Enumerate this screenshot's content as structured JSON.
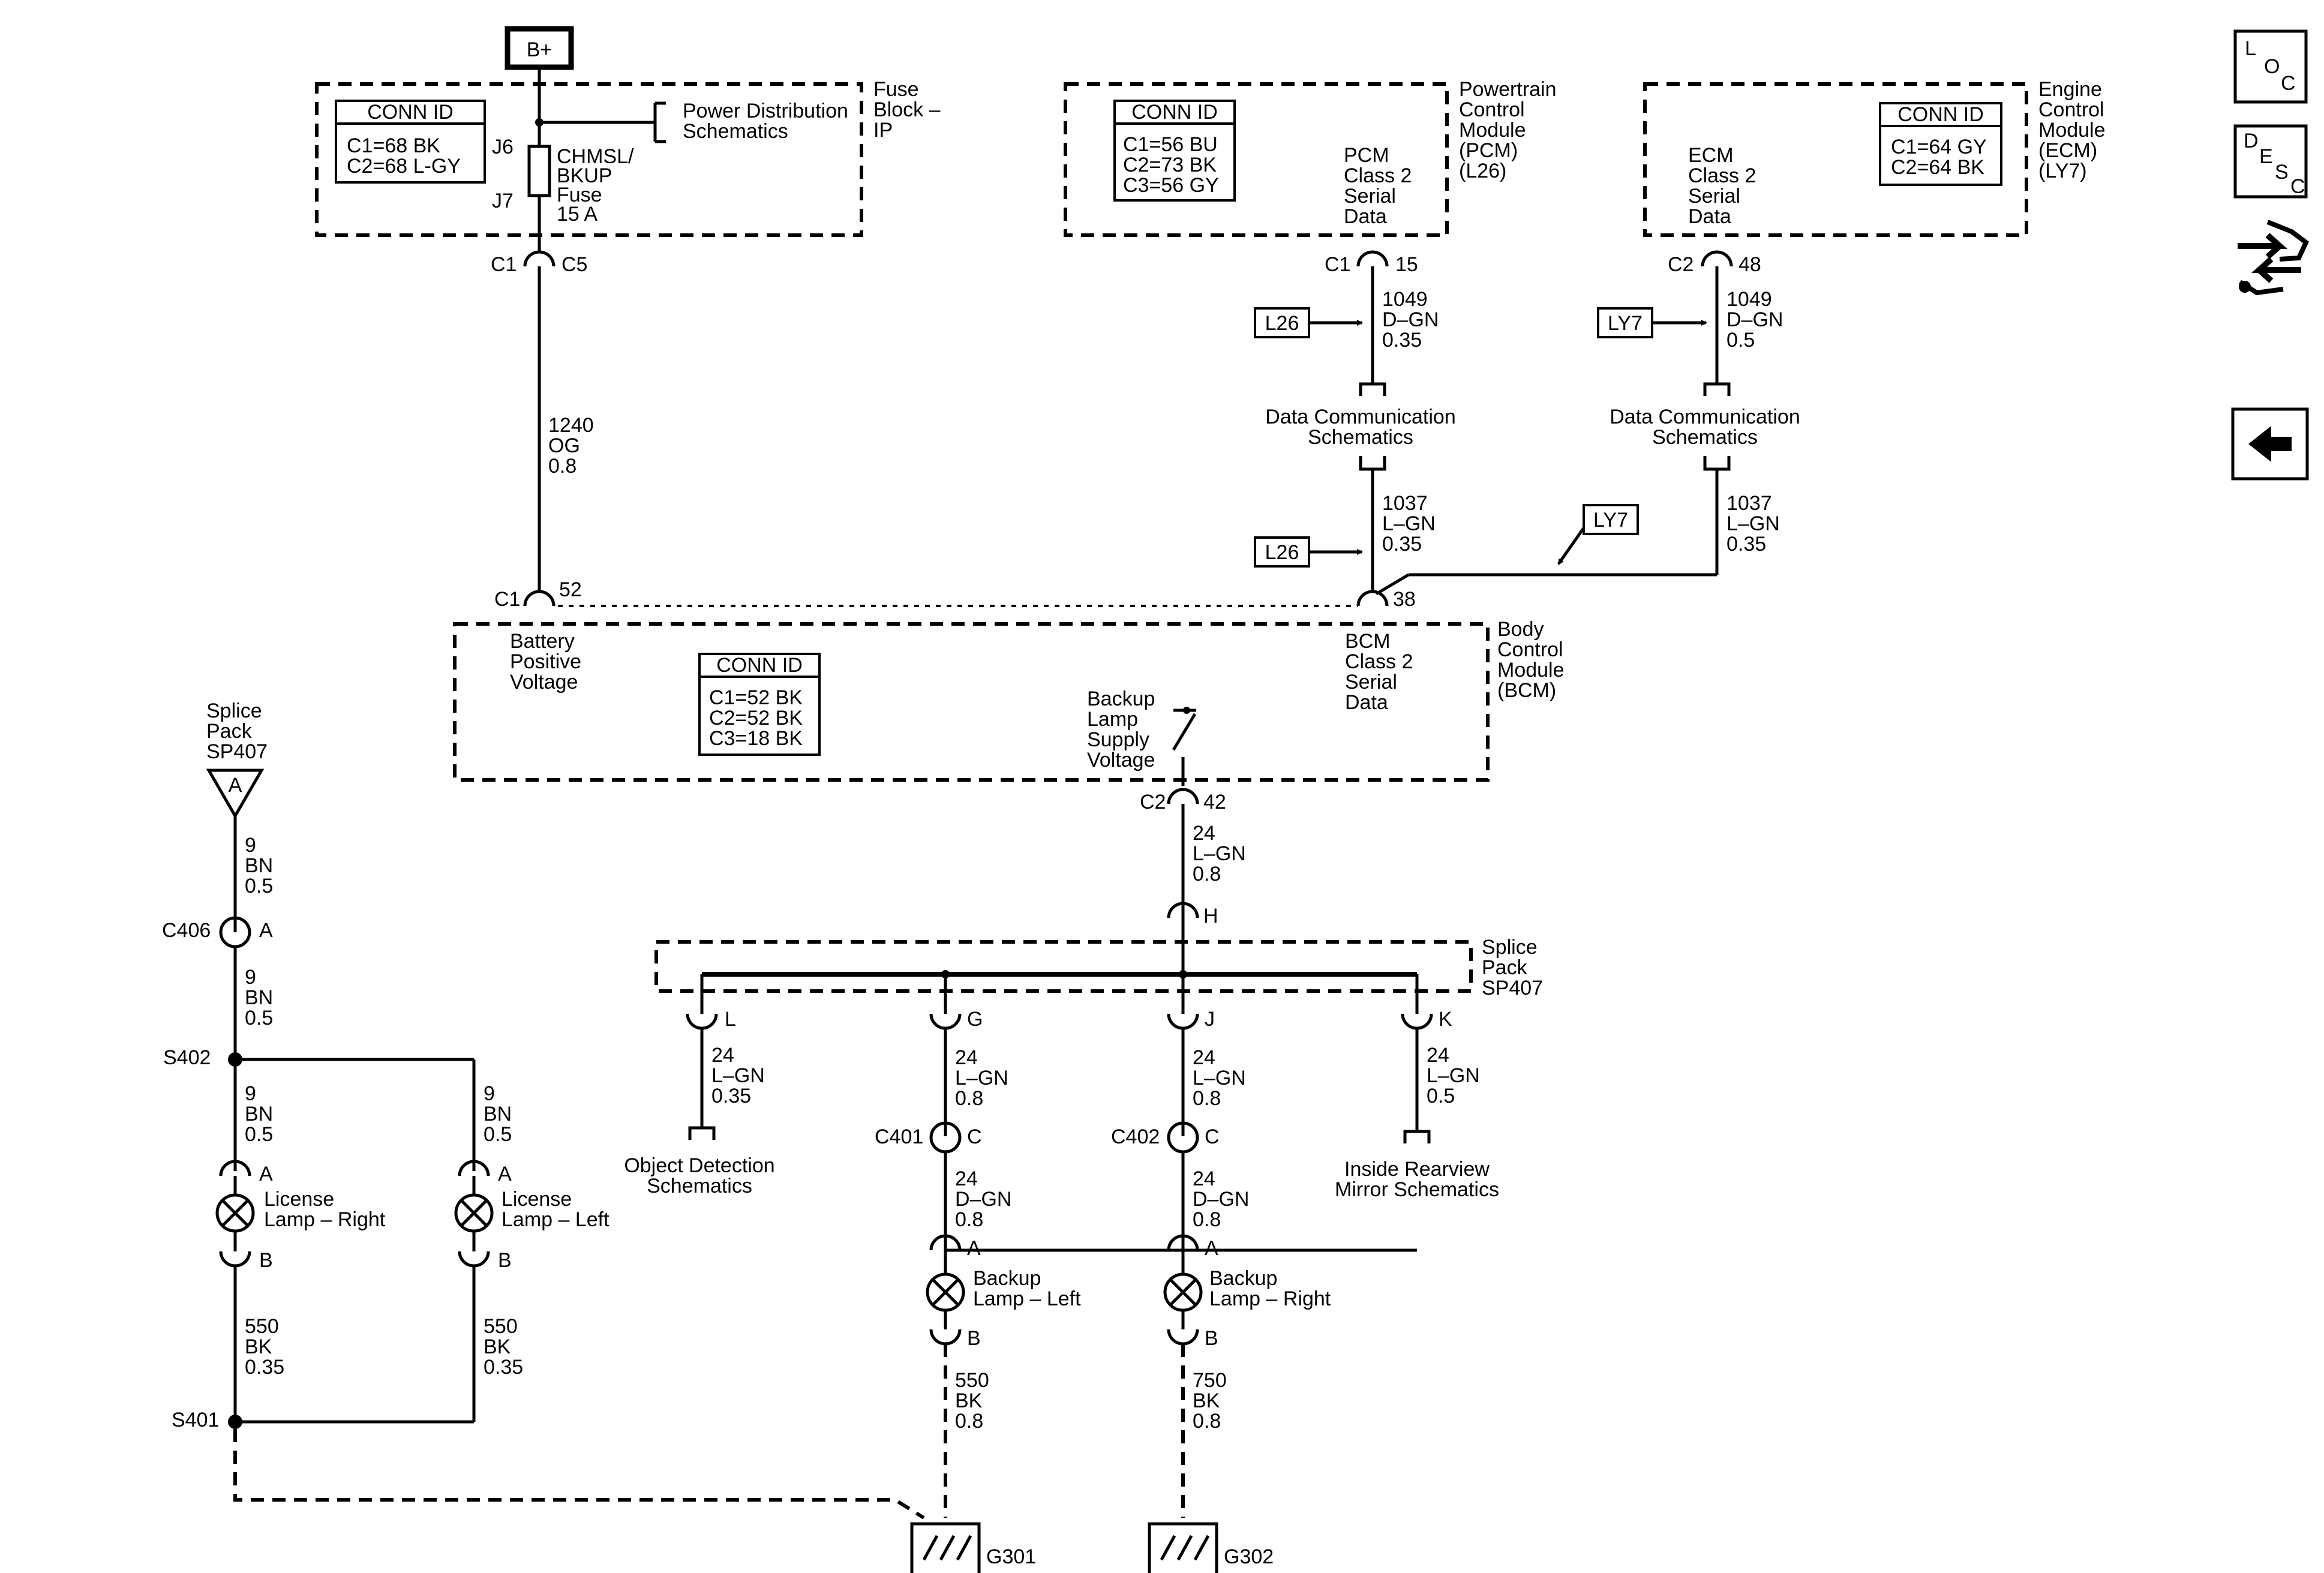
{
  "battery": "B+",
  "fuse_block": {
    "name": "Fuse Block – IP",
    "conn_title": "CONN ID",
    "conn": [
      "C1=68 BK",
      "C2=68 L-GY"
    ],
    "fuse": [
      "CHMSL/",
      "BKUP",
      "Fuse",
      "15 A"
    ],
    "j6": "J6",
    "j7": "J7",
    "power_dist": [
      "Power Distribution",
      "Schematics"
    ]
  },
  "pcm": {
    "name": [
      "Powertrain",
      "Control",
      "Module",
      "(PCM)",
      "(L26)"
    ],
    "conn_title": "CONN ID",
    "conn": [
      "C1=56 BU",
      "C2=73 BK",
      "C3=56 GY"
    ],
    "label": [
      "PCM",
      "Class 2",
      "Serial",
      "Data"
    ]
  },
  "ecm": {
    "name": [
      "Engine",
      "Control",
      "Module",
      "(ECM)",
      "(LY7)"
    ],
    "conn_title": "CONN ID",
    "conn": [
      "C1=64 GY",
      "C2=64 BK"
    ],
    "label": [
      "ECM",
      "Class 2",
      "Serial",
      "Data"
    ]
  },
  "bcm": {
    "name": [
      "Body",
      "Control",
      "Module",
      "(BCM)"
    ],
    "conn_title": "CONN ID",
    "conn": [
      "C1=52 BK",
      "C2=52 BK",
      "C3=18 BK"
    ],
    "bpv": [
      "Battery",
      "Positive",
      "Voltage"
    ],
    "serial": [
      "BCM",
      "Class 2",
      "Serial",
      "Data"
    ],
    "backup": [
      "Backup",
      "Lamp",
      "Supply",
      "Voltage"
    ]
  },
  "data_comm": [
    "Data Communication",
    "Schematics"
  ],
  "tags": {
    "l26": "L26",
    "ly7": "LY7"
  },
  "wires": {
    "w1240": [
      "1240",
      "OG",
      "0.8"
    ],
    "w1049_pcm": [
      "1049",
      "D–GN",
      "0.35"
    ],
    "w1049_ecm": [
      "1049",
      "D–GN",
      "0.5"
    ],
    "w1037_pcm": [
      "1037",
      "L–GN",
      "0.35"
    ],
    "w1037_ecm": [
      "1037",
      "L–GN",
      "0.35"
    ],
    "w24_main": [
      "24",
      "L–GN",
      "0.8"
    ],
    "w24_l": [
      "24",
      "L–GN",
      "0.35"
    ],
    "w24_g": [
      "24",
      "L–GN",
      "0.8"
    ],
    "w24_j": [
      "24",
      "L–GN",
      "0.8"
    ],
    "w24_k": [
      "24",
      "L–GN",
      "0.5"
    ],
    "w24_dg1": [
      "24",
      "D–GN",
      "0.8"
    ],
    "w24_dg2": [
      "24",
      "D–GN",
      "0.8"
    ],
    "w550_bl": [
      "550",
      "BK",
      "0.8"
    ],
    "w750_br": [
      "750",
      "BK",
      "0.8"
    ],
    "w9_a": [
      "9",
      "BN",
      "0.5"
    ],
    "w9_b": [
      "9",
      "BN",
      "0.5"
    ],
    "w9_r": [
      "9",
      "BN",
      "0.5"
    ],
    "w9_l": [
      "9",
      "BN",
      "0.5"
    ],
    "w550_r": [
      "550",
      "BK",
      "0.35"
    ],
    "w550_l": [
      "550",
      "BK",
      "0.35"
    ]
  },
  "connectors": {
    "c1": "C1",
    "c5": "C5",
    "c1_pcm": "C1",
    "p15": "15",
    "c2_ecm": "C2",
    "p48": "48",
    "c1_bcm": "C1",
    "p52": "52",
    "p38": "38",
    "c2_bcm": "C2",
    "p42": "42",
    "h": "H",
    "l": "L",
    "g": "G",
    "j": "J",
    "k": "K",
    "c401": "C401",
    "c401_pin": "C",
    "c402": "C402",
    "c402_pin": "C",
    "bl_a": "A",
    "bl_b": "B",
    "br_a": "A",
    "br_b": "B",
    "c406": "C406",
    "c406_pin": "A",
    "lr_a": "A",
    "lr_b": "B",
    "ll_a": "A",
    "ll_b": "B"
  },
  "splice_pack_top": [
    "Splice",
    "Pack",
    "SP407"
  ],
  "splice_pack_top_letter": "A",
  "splice_pack_bar": [
    "Splice",
    "Pack",
    "SP407"
  ],
  "splices": {
    "s402": "S402",
    "s401": "S401"
  },
  "loads": {
    "object_detection": [
      "Object Detection",
      "Schematics"
    ],
    "inside_mirror": [
      "Inside Rearview",
      "Mirror Schematics"
    ],
    "backup_left": [
      "Backup",
      "Lamp – Left"
    ],
    "backup_right": [
      "Backup",
      "Lamp – Right"
    ],
    "license_right": [
      "License",
      "Lamp – Right"
    ],
    "license_left": [
      "License",
      "Lamp – Left"
    ]
  },
  "grounds": {
    "g301": "G301",
    "g302": "G302"
  },
  "nav": {
    "loc": [
      "L",
      "O",
      "C"
    ],
    "desc": [
      "D",
      "E",
      "S",
      "C"
    ],
    "tool_icon": "handshake-swap-icon",
    "back_icon": "left-arrow-icon"
  }
}
